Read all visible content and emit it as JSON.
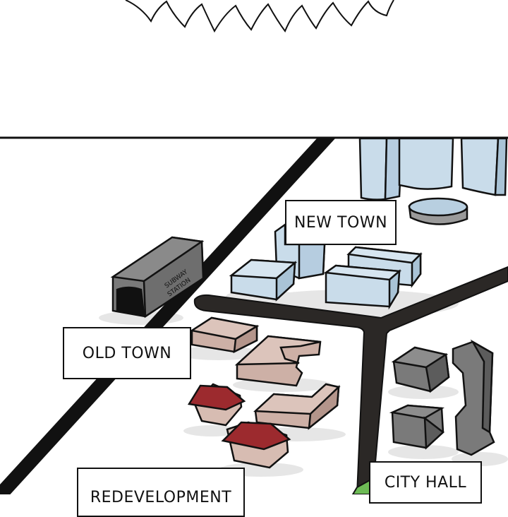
{
  "labels": {
    "new_town": "NEW TOWN",
    "old_town": "OLD TOWN",
    "city_hall": "CITY HALL",
    "redevelopment": "REDEVELOPMENT",
    "subway_line1": "SUBWAY",
    "subway_line2": "STATION"
  },
  "colors": {
    "outline": "#111111",
    "glass_blue": "#c9dcea",
    "glass_blue_dark": "#a9c3d6",
    "brick_pink": "#cdb0a6",
    "brick_pink_dark": "#b4958b",
    "roof_red": "#9c2a2e",
    "concrete_gray": "#7a7a7a",
    "concrete_dark": "#5c5c5c",
    "shadow": "#e4e4e4",
    "park_green": "#6dbb55"
  }
}
